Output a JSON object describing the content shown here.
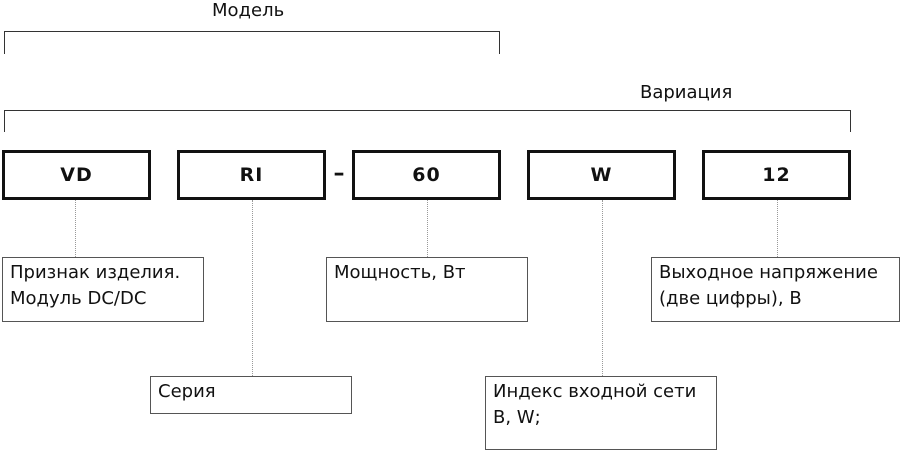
{
  "groups": {
    "model_label": "Модель",
    "variation_label": "Вариация"
  },
  "code": {
    "boxes": [
      "VD",
      "RI",
      "60",
      "W",
      "12"
    ],
    "separator": "–"
  },
  "descriptions": {
    "product_sign": [
      "Признак изделия.",
      "Модуль DC/DC"
    ],
    "series": [
      "Серия"
    ],
    "power": [
      "Мощность, Вт"
    ],
    "input_index": [
      "Индекс входной сети",
      "B, W;"
    ],
    "output_voltage": [
      "Выходное напряжение",
      "(две цифры), В"
    ]
  }
}
